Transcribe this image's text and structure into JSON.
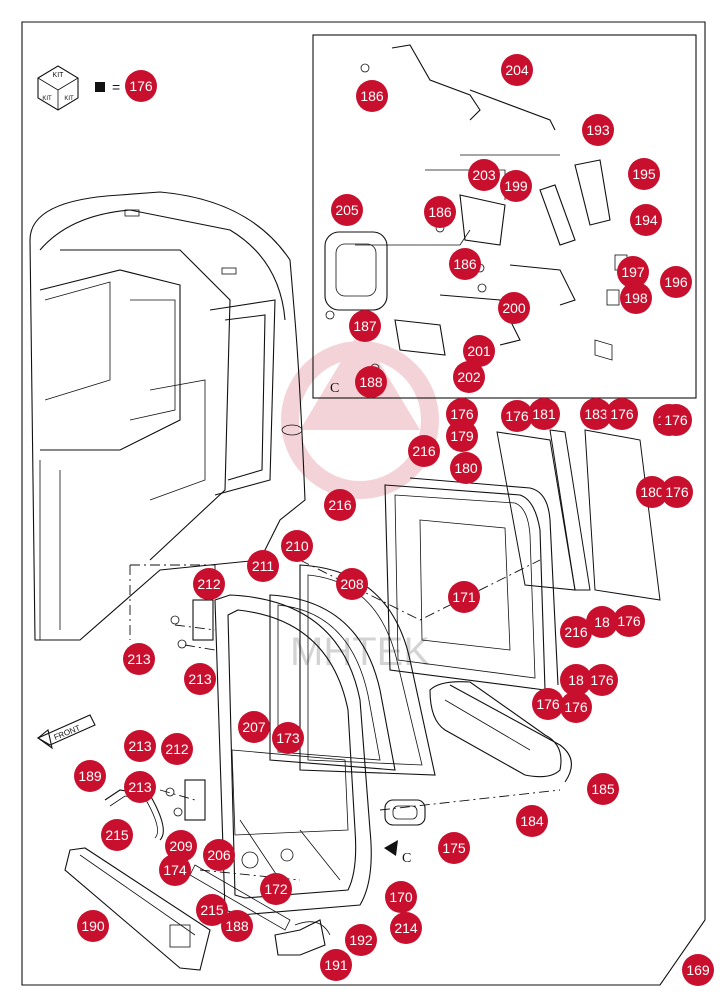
{
  "kit_legend": {
    "kit_label": "KIT",
    "equals": "=",
    "part": "176"
  },
  "view_c": {
    "label": "C",
    "arrow_label": "C"
  },
  "front_label": "FRONT",
  "watermark": "MHTEK",
  "callouts": [
    "204",
    "186",
    "193",
    "203",
    "199",
    "195",
    "205",
    "186",
    "194",
    "186",
    "197",
    "196",
    "198",
    "200",
    "187",
    "201",
    "202",
    "188",
    "176",
    "176",
    "181",
    "183",
    "176",
    "176",
    "176",
    "179",
    "180",
    "180",
    "176",
    "216",
    "216",
    "171",
    "216",
    "18",
    "176",
    "18",
    "176",
    "176",
    "176",
    "210",
    "211",
    "208",
    "212",
    "213",
    "213",
    "207",
    "173",
    "213",
    "212",
    "189",
    "213",
    "209",
    "215",
    "206",
    "174",
    "172",
    "170",
    "175",
    "184",
    "185",
    "190",
    "215",
    "188",
    "192",
    "214",
    "191",
    "169"
  ]
}
